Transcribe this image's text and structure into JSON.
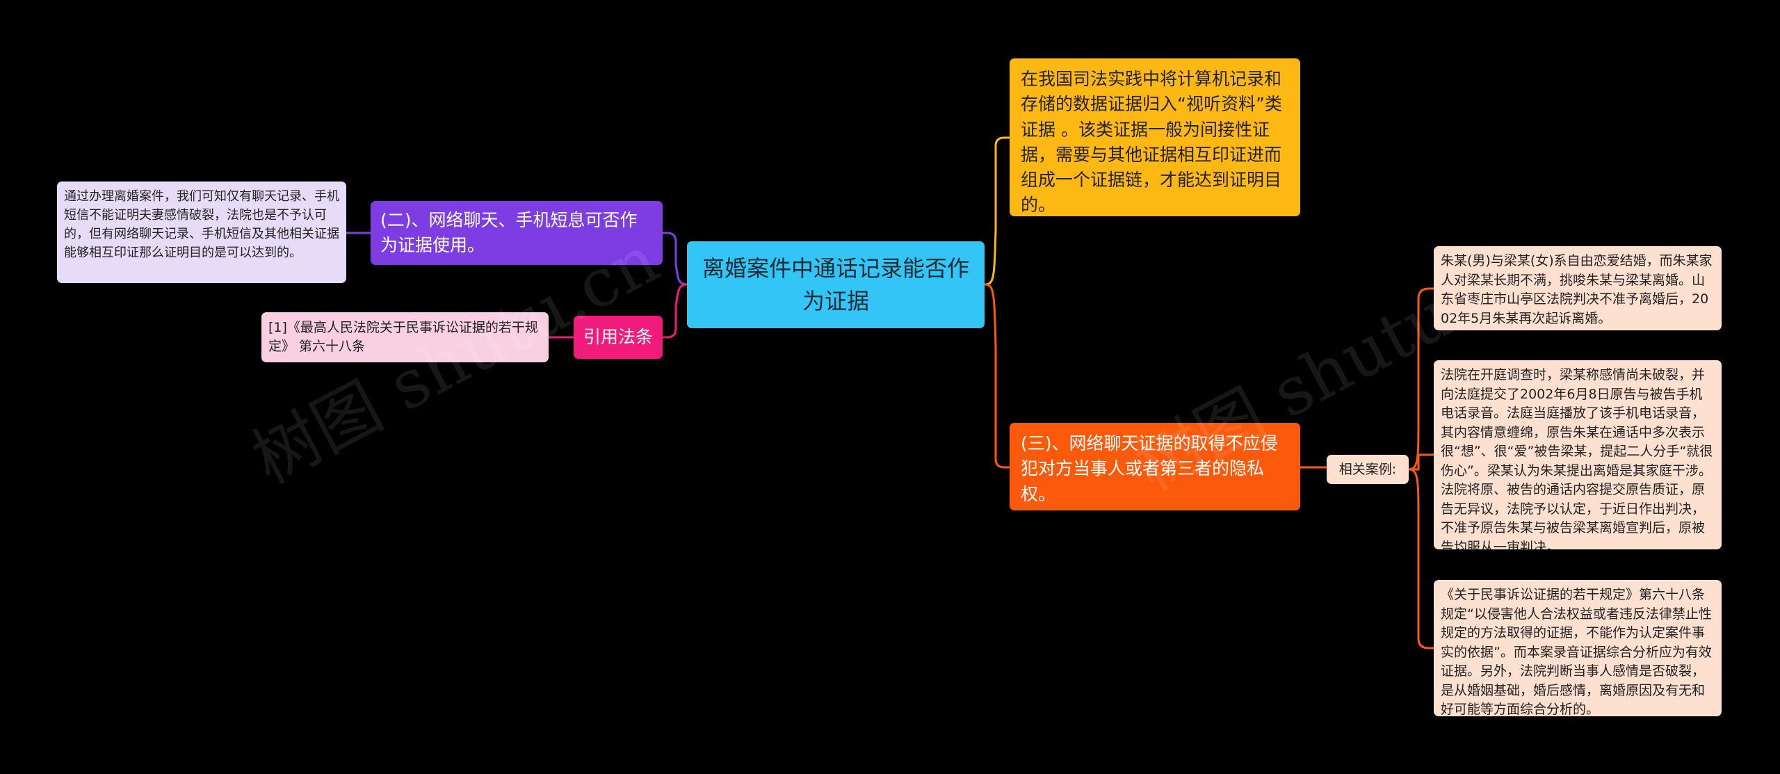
{
  "center": "离婚案件中通话记录能否作为证据",
  "right_branches": {
    "b1": "在我国司法实践中将计算机记录和存储的数据证据归入“视听资料”类证据 。该类证据一般为间接性证据，需要与其他证据相互印证进而组成一个证据链，才能达到证明目的。",
    "b3": "(三)、网络聊天证据的取得不应侵犯对方当事人或者第三者的隐私权。",
    "cases_label": "相关案例:",
    "cases": [
      "朱某(男)与梁某(女)系自由恋爱结婚，而朱某家人对梁某长期不满，挑唆朱某与梁某离婚。山东省枣庄市山亭区法院判决不准予离婚后，2002年5月朱某再次起诉离婚。",
      "法院在开庭调查时，梁某称感情尚未破裂，并向法庭提交了2002年6月8日原告与被告手机电话录音。法庭当庭播放了该手机电话录音，其内容情意缠绵，原告朱某在通话中多次表示很“想”、很“爱”被告梁某，提起二人分手“就很伤心”。梁某认为朱某提出离婚是其家庭干涉。法院将原、被告的通话内容提交原告质证，原告无异议，法院予以认定，于近日作出判决，不准予原告朱某与被告梁某离婚宣判后，原被告均服从一审判决。",
      "《关于民事诉讼证据的若干规定》第六十八条规定“以侵害他人合法权益或者违反法律禁止性规定的方法取得的证据，不能作为认定案件事实的依据”。而本案录音证据综合分析应为有效证据。另外，法院判断当事人感情是否破裂，是从婚姻基础，婚后感情，离婚原因及有无和好可能等方面综合分析的。"
    ]
  },
  "left_branches": {
    "b2": "(二)、网络聊天、手机短息可否作为证据使用。",
    "b2_leaf": "通过办理离婚案件，我们可知仅有聊天记录、手机短信不能证明夫妻感情破裂，法院也是不予认可的，但有网络聊天记录、手机短信及其他相关证据能够相互印证那么证明目的是可以达到的。",
    "cite": "引用法条",
    "cite_leaf": "[1]《最高人民法院关于民事诉讼证据的若干规定》 第六十八条"
  },
  "watermarks": [
    "树图 shutu.cn",
    "树图 shutu.cn"
  ],
  "colors": {
    "background": "#000000",
    "center": "#33c5f5",
    "yellow": "#fdb813",
    "orange": "#fb5a0c",
    "purple": "#7e3de2",
    "pink": "#f01b7a",
    "light_purple": "#e6dcf8",
    "light_pink": "#f9d0e2",
    "peach": "#fde0cf"
  }
}
